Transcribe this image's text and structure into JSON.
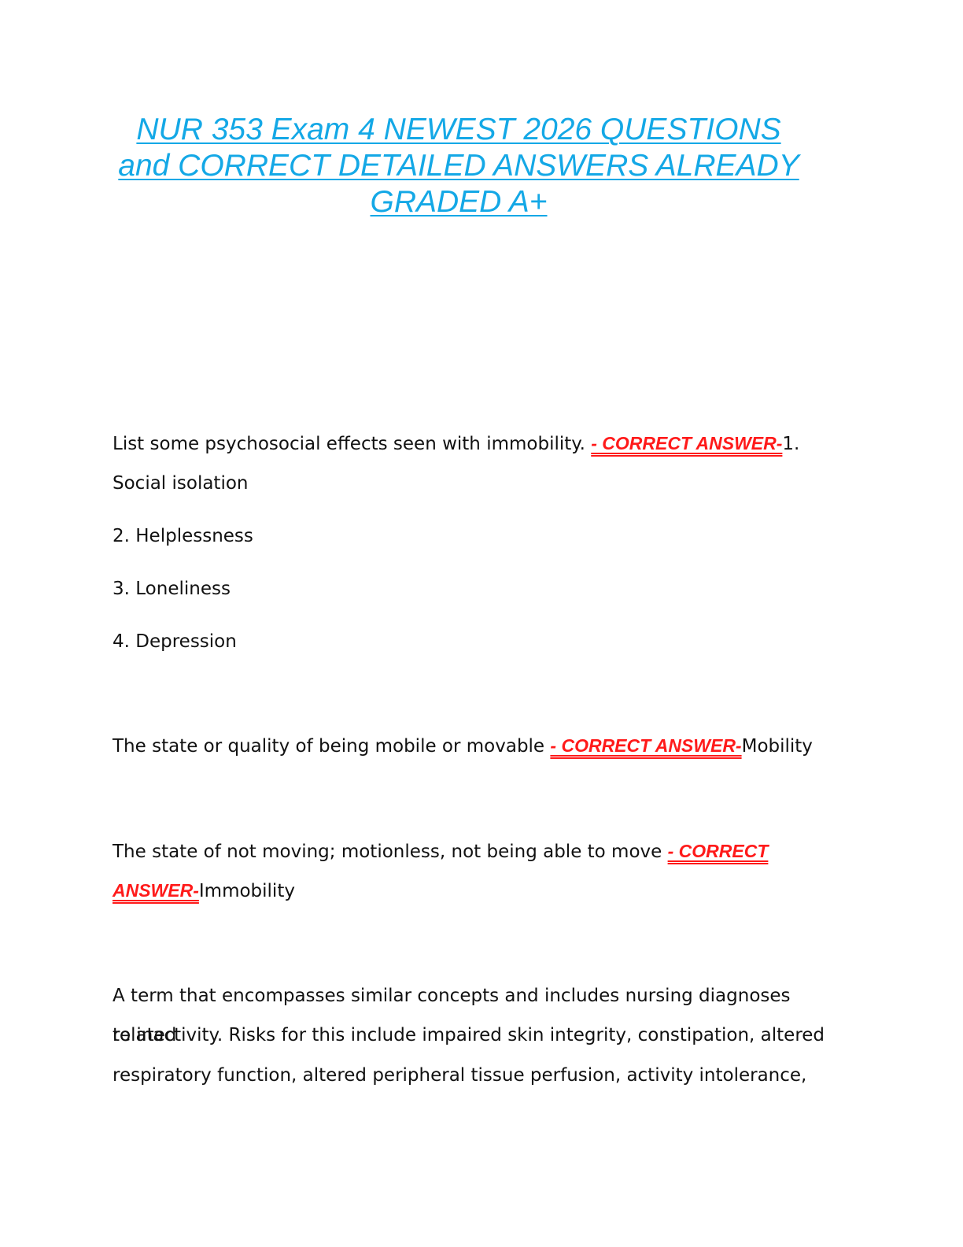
{
  "document": {
    "title_lines": [
      "NUR 353 Exam 4 NEWEST 2026 QUESTIONS",
      "and CORRECT DETAILED ANSWERS ALREADY",
      "GRADED A+"
    ],
    "answer_marker": "- CORRECT ANSWER-",
    "q1": {
      "question": "List some psychosocial effects seen with immobility. ",
      "answer_first": "1.",
      "answer_rest": "Social isolation",
      "items": [
        "2. Helplessness",
        "3. Loneliness",
        "4. Depression"
      ]
    },
    "q2": {
      "question": "The state or quality of being mobile or movable ",
      "answer": "Mobility"
    },
    "q3": {
      "question": "The state of not moving; motionless, not being able to move ",
      "marker_part1": "- CORRECT",
      "marker_part2": "ANSWER-",
      "answer": "Immobility"
    },
    "q4": {
      "lines": [
        "A term that encompasses similar concepts and includes nursing diagnoses related",
        "to inactivity. Risks for this include impaired skin integrity, constipation, altered",
        "respiratory function, altered peripheral tissue perfusion, activity intolerance,"
      ]
    }
  }
}
